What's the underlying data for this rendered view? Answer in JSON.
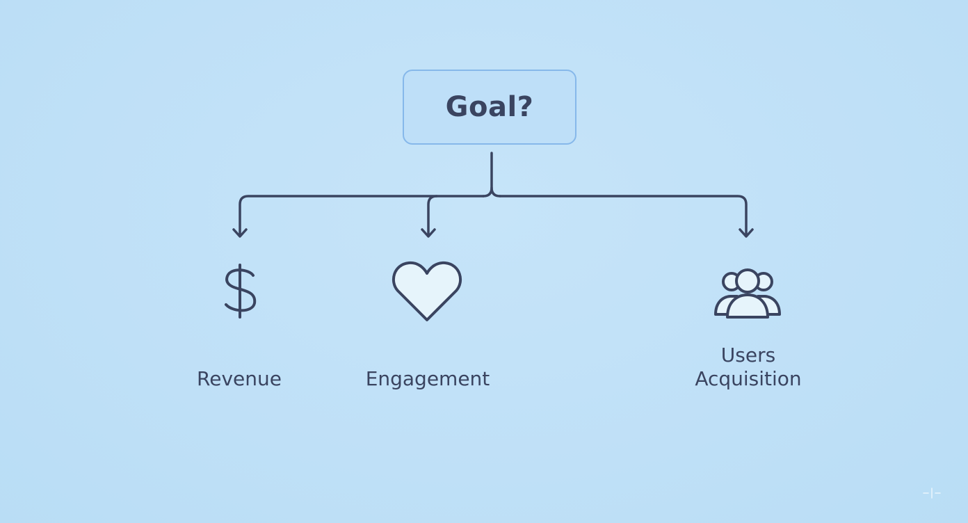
{
  "root": {
    "label": "Goal?"
  },
  "branches": [
    {
      "icon": "dollar-icon",
      "label": "Revenue"
    },
    {
      "icon": "heart-icon",
      "label": "Engagement"
    },
    {
      "icon": "users-icon",
      "label_line1": "Users",
      "label_line2": "Acquisition"
    }
  ],
  "colors": {
    "background": "#c2e2f8",
    "line": "#3a4460",
    "box_border": "#86b8ea",
    "icon_fill": "#e6f4fb"
  }
}
